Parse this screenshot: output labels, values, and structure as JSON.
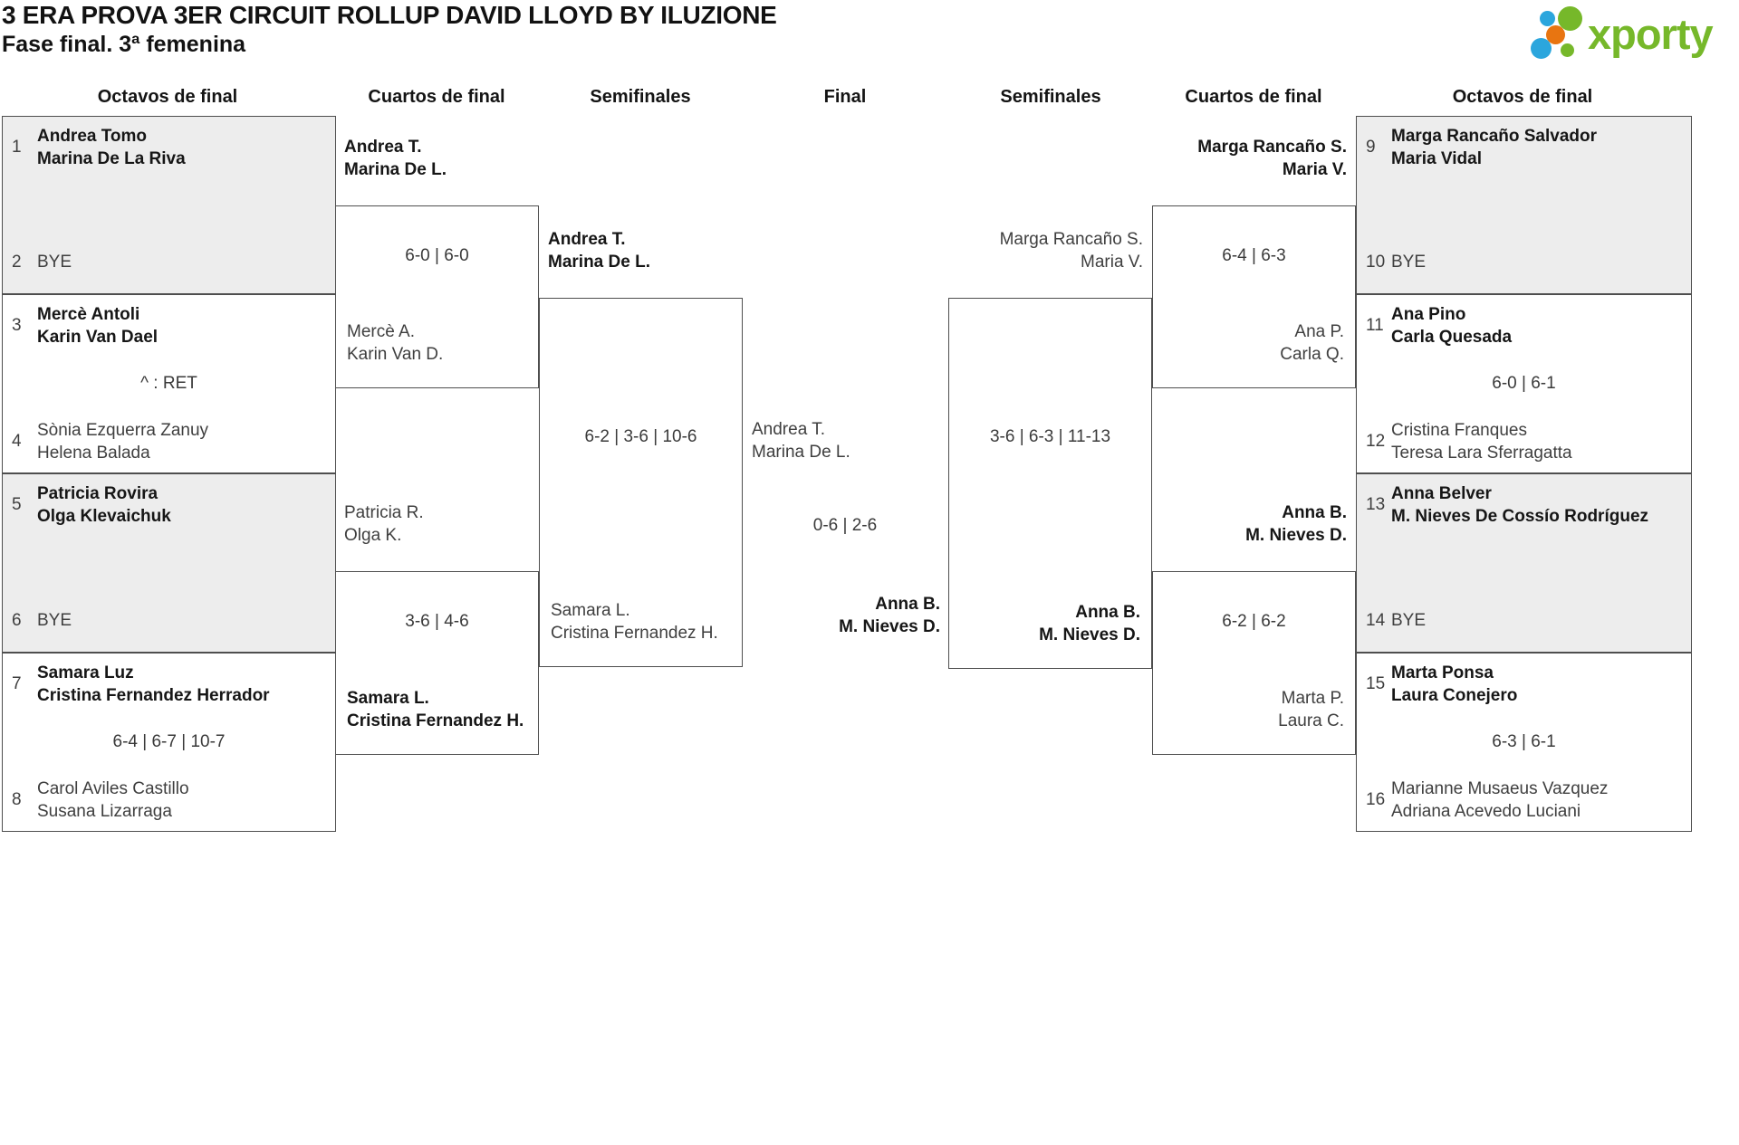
{
  "header": {
    "title": "3 ERA PROVA 3ER CIRCUIT ROLLUP DAVID LLOYD BY ILUZIONE",
    "subtitle": "Fase final. 3ª femenina",
    "logo_text": "xporty",
    "brand_colors": {
      "green": "#76b82a",
      "blue": "#2ba6dd",
      "orange": "#e87511"
    }
  },
  "columns": [
    "Octavos de final",
    "Cuartos de final",
    "Semifinales",
    "Final",
    "Semifinales",
    "Cuartos de final",
    "Octavos de final"
  ],
  "bracket": {
    "octavos_left": [
      {
        "top_seed": "1",
        "top": [
          "Andrea Tomo",
          "Marina De La Riva"
        ],
        "score": "",
        "bottom_seed": "2",
        "bottom": [
          "BYE"
        ]
      },
      {
        "top_seed": "3",
        "top": [
          "Mercè Antoli",
          "Karin Van Dael"
        ],
        "score": "^ : RET",
        "bottom_seed": "4",
        "bottom": [
          "Sònia Ezquerra Zanuy",
          "Helena Balada"
        ]
      },
      {
        "top_seed": "5",
        "top": [
          "Patricia Rovira",
          "Olga Klevaichuk"
        ],
        "score": "",
        "bottom_seed": "6",
        "bottom": [
          "BYE"
        ]
      },
      {
        "top_seed": "7",
        "top": [
          "Samara Luz",
          "Cristina Fernandez Herrador"
        ],
        "score": "6-4 | 6-7 | 10-7",
        "bottom_seed": "8",
        "bottom": [
          "Carol Aviles Castillo",
          "Susana Lizarraga"
        ]
      }
    ],
    "octavos_right": [
      {
        "top_seed": "9",
        "top": [
          "Marga Rancaño Salvador",
          "Maria Vidal"
        ],
        "score": "",
        "bottom_seed": "10",
        "bottom": [
          "BYE"
        ]
      },
      {
        "top_seed": "11",
        "top": [
          "Ana Pino",
          "Carla Quesada"
        ],
        "score": "6-0 | 6-1",
        "bottom_seed": "12",
        "bottom": [
          "Cristina Franques",
          "Teresa Lara Sferragatta"
        ]
      },
      {
        "top_seed": "13",
        "top": [
          "Anna Belver",
          "M. Nieves De Cossío Rodríguez"
        ],
        "score": "",
        "bottom_seed": "14",
        "bottom": [
          "BYE"
        ]
      },
      {
        "top_seed": "15",
        "top": [
          "Marta Ponsa",
          "Laura Conejero"
        ],
        "score": "6-3 | 6-1",
        "bottom_seed": "16",
        "bottom": [
          "Marianne Musaeus Vazquez",
          "Adriana Acevedo Luciani"
        ]
      }
    ],
    "cuartos_left": [
      {
        "top": [
          "Andrea T.",
          "Marina De L."
        ],
        "score": "6-0 | 6-0",
        "bottom": [
          "Mercè A.",
          "Karin Van D."
        ]
      },
      {
        "top": [
          "Patricia R.",
          "Olga K."
        ],
        "score": "3-6 | 4-6",
        "bottom": [
          "Samara L.",
          "Cristina Fernandez H."
        ]
      }
    ],
    "cuartos_right": [
      {
        "top": [
          "Marga Rancaño S.",
          "Maria V."
        ],
        "score": "6-4 | 6-3",
        "bottom": [
          "Ana P.",
          "Carla Q."
        ]
      },
      {
        "top": [
          "Anna B.",
          "M. Nieves D."
        ],
        "score": "6-2 | 6-2",
        "bottom": [
          "Marta P.",
          "Laura C."
        ]
      }
    ],
    "semis_left": {
      "top": [
        "Andrea T.",
        "Marina De L."
      ],
      "score": "6-2 | 3-6 | 10-6",
      "bottom": [
        "Samara L.",
        "Cristina Fernandez H."
      ]
    },
    "semis_right": {
      "top": [
        "Marga Rancaño S.",
        "Maria V."
      ],
      "score": "3-6 | 6-3 | 11-13",
      "bottom": [
        "Anna B.",
        "M. Nieves D."
      ]
    },
    "final": {
      "top": [
        "Andrea T.",
        "Marina De L."
      ],
      "score": "0-6 | 2-6",
      "bottom": [
        "Anna B.",
        "M. Nieves D."
      ]
    }
  }
}
